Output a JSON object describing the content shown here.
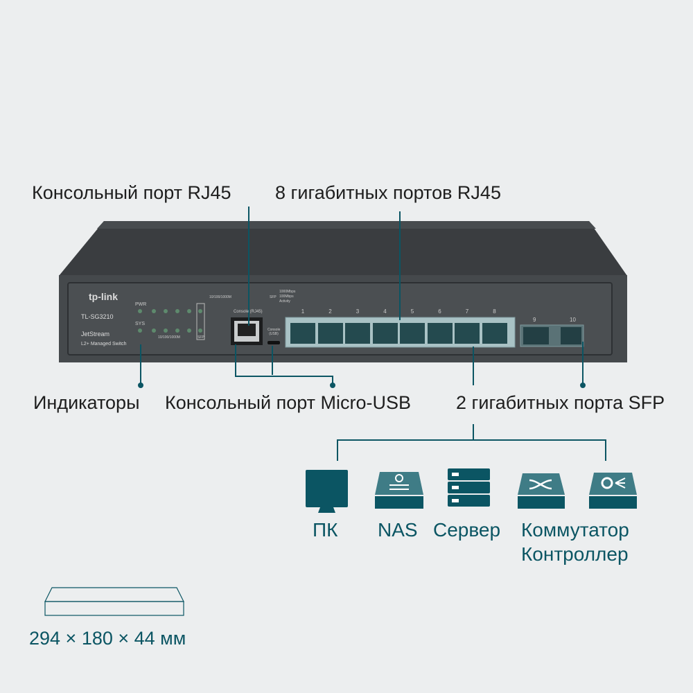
{
  "callouts": {
    "console_rj45": "Консольный порт RJ45",
    "gigabit_rj45": "8 гигабитных портов RJ45",
    "indicators": "Индикаторы",
    "console_usb": "Консольный порт Micro-USB",
    "sfp": "2 гигабитных порта SFP"
  },
  "switch": {
    "brand": "tp-link",
    "model": "TL-SG3210",
    "series": "JetStream",
    "type": "L2+ Managed Switch",
    "led_pwr": "PWR",
    "led_sys": "SYS",
    "led_speed_label": "10/100/1000M",
    "led_sfp_label": "SFP",
    "legend_rj45": "10/100/1000M",
    "legend_sfp": "SFP",
    "legend_1000": "1000Mbps",
    "legend_100": "100Mbps",
    "legend_activity": "Activity",
    "console_rj45_label": "Console (RJ45)",
    "console_usb_label": "Console (USB)",
    "ports": [
      "1",
      "2",
      "3",
      "4",
      "5",
      "6",
      "7",
      "8"
    ],
    "sfp_ports": [
      "9",
      "10"
    ]
  },
  "devices": [
    {
      "label": "ПК",
      "icon": "monitor-icon"
    },
    {
      "label": "NAS",
      "icon": "nas-icon"
    },
    {
      "label": "Сервер",
      "icon": "server-icon"
    },
    {
      "label": "Коммутатор",
      "icon": "switch-icon"
    },
    {
      "label": "Контроллер",
      "icon": "controller-icon"
    }
  ],
  "dimensions": "294 × 180 × 44 мм",
  "colors": {
    "accent": "#0b5563",
    "panel": "#3d4144",
    "background": "#eceeef"
  }
}
